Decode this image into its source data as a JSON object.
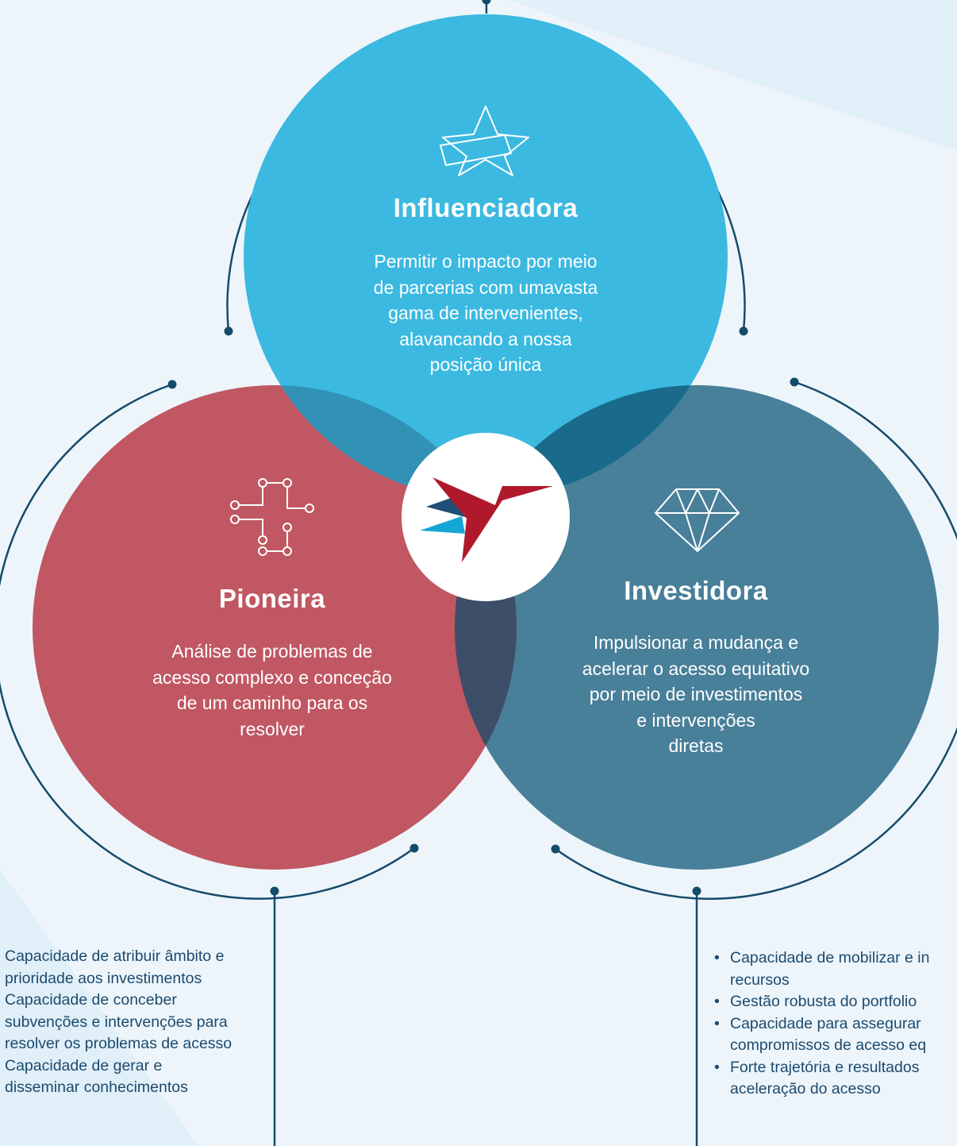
{
  "colors": {
    "background": "#edf5fb",
    "influenciadora": "#3bb9e0",
    "pioneira": "#c05762",
    "investidora": "#487f99",
    "overlap_top_left": "#3292b6",
    "overlap_top_right": "#1a6a8c",
    "overlap_bottom": "#3c4e68",
    "ring": "#154b6a",
    "logo_red": "#b0192c",
    "logo_navy": "#1f4f76",
    "logo_blue": "#16a6d6"
  },
  "influenciadora": {
    "icon": "star-icon",
    "title": "Influenciadora",
    "lines": [
      "Permitir o impacto por meio",
      "de parcerias com umavasta",
      "gama de intervenientes,",
      "alavancando a nossa",
      "posição única"
    ]
  },
  "pioneira": {
    "icon": "circuit-icon",
    "title": "Pioneira",
    "lines": [
      "Análise de problemas de",
      "acesso complexo e conceção",
      "de um caminho para os",
      "resolver"
    ]
  },
  "investidora": {
    "icon": "diamond-icon",
    "title": "Investidora",
    "lines": [
      "Impulsionar a mudança e",
      "acelerar o acesso equitativo",
      "por meio de investimentos",
      "e intervenções",
      "diretas"
    ]
  },
  "logo": {
    "icon": "hummingbird-logo"
  },
  "left_list": [
    "Capacidade de atribuir âmbito e",
    "prioridade aos investimentos",
    "Capacidade de conceber",
    "subvenções e intervenções para",
    "resolver os problemas de acesso",
    "Capacidade de gerar e",
    "disseminar conhecimentos"
  ],
  "right_list": [
    [
      "Capacidade de mobilizar e in",
      "recursos"
    ],
    [
      "Gestão robusta do portfolio"
    ],
    [
      "Capacidade para assegurar",
      "compromissos de acesso eq"
    ],
    [
      "Forte trajetória e resultados",
      "aceleração do acesso"
    ]
  ]
}
